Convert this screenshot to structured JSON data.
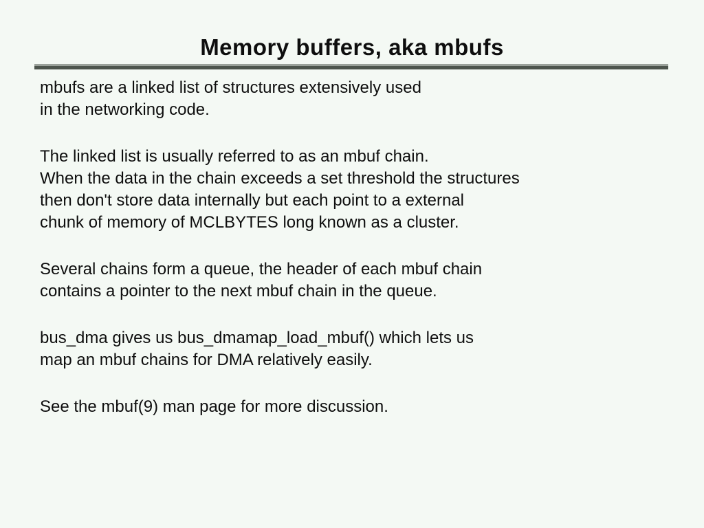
{
  "slide": {
    "title": "Memory buffers, aka mbufs",
    "paragraphs": [
      {
        "lines": [
          "mbufs are a linked list of structures extensively used",
          "in the networking code."
        ]
      },
      {
        "lines": [
          "The linked list is usually referred to as an mbuf chain.",
          "When the data in the chain exceeds a set threshold the structures",
          "then don't store data internally but each point to a external",
          "chunk of memory of MCLBYTES long known as a cluster."
        ]
      },
      {
        "lines": [
          "Several chains form a queue, the header of each mbuf chain",
          "contains a pointer to the next mbuf chain in the queue."
        ]
      },
      {
        "lines": [
          "bus_dma gives us bus_dmamap_load_mbuf() which lets us",
          "map an mbuf chains for DMA relatively easily."
        ]
      },
      {
        "lines": [
          "See the mbuf(9) man page for more discussion."
        ]
      }
    ],
    "colors": {
      "background": "#f4f9f4",
      "text": "#0e0e0e",
      "rule_top": "#9aa19a",
      "rule_bottom": "#4d554d"
    }
  }
}
